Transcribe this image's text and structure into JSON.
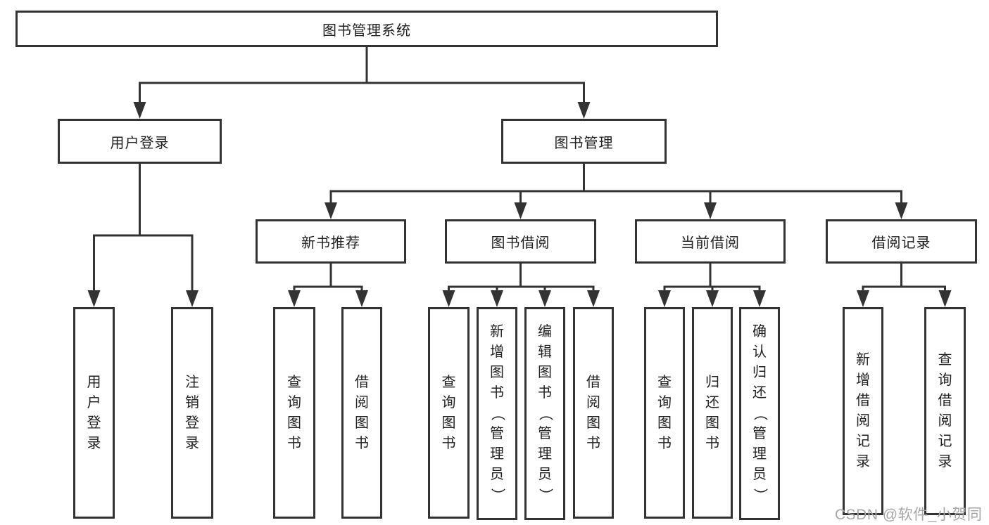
{
  "tree": {
    "root": {
      "label": "图书管理系统"
    },
    "level2": {
      "user_login": {
        "label": "用户登录"
      },
      "book_management": {
        "label": "图书管理"
      }
    },
    "level3": {
      "new_book_recommend": {
        "label": "新书推荐"
      },
      "book_borrowing": {
        "label": "图书借阅"
      },
      "current_borrowing": {
        "label": "当前借阅"
      },
      "borrow_records": {
        "label": "借阅记录"
      }
    },
    "leaves": {
      "login": {
        "label": "用户登录"
      },
      "logout": {
        "label": "注销登录"
      },
      "nb_query": {
        "label": "查询图书"
      },
      "nb_borrow": {
        "label": "借阅图书"
      },
      "bb_query": {
        "label": "查询图书"
      },
      "bb_add": {
        "label": "新增图书（管理员）"
      },
      "bb_edit": {
        "label": "编辑图书（管理员）"
      },
      "bb_borrow": {
        "label": "借阅图书"
      },
      "cb_query": {
        "label": "查询图书"
      },
      "cb_return": {
        "label": "归还图书"
      },
      "cb_confirm": {
        "label": "确认归还（管理员）"
      },
      "br_add": {
        "label": "新增借阅记录"
      },
      "br_query": {
        "label": "查询借阅记录"
      }
    }
  },
  "watermark": {
    "text": "CSDN @软件_小贺同学"
  },
  "colors": {
    "line": "#333333",
    "text": "#212121",
    "background": "#ffffff",
    "watermark": "#a6a6a6"
  }
}
